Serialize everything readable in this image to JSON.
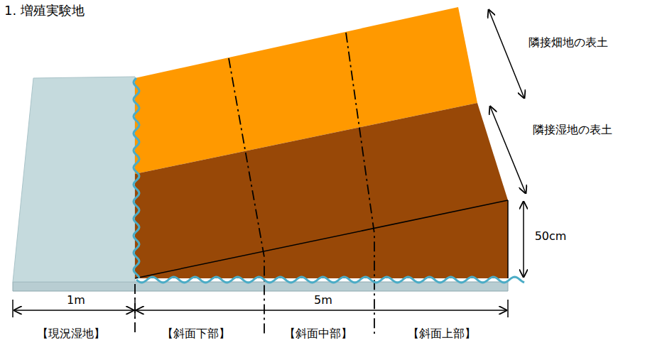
{
  "diagram": {
    "title": "1. 増殖実験地",
    "labels": [
      "隣接畑地の表土",
      "隣接湿地の表土",
      "50cm",
      "1m",
      "5m",
      "【現況湿地】",
      "【斜面下部】",
      "【斜面中部】",
      "【斜面上部】"
    ]
  }
}
